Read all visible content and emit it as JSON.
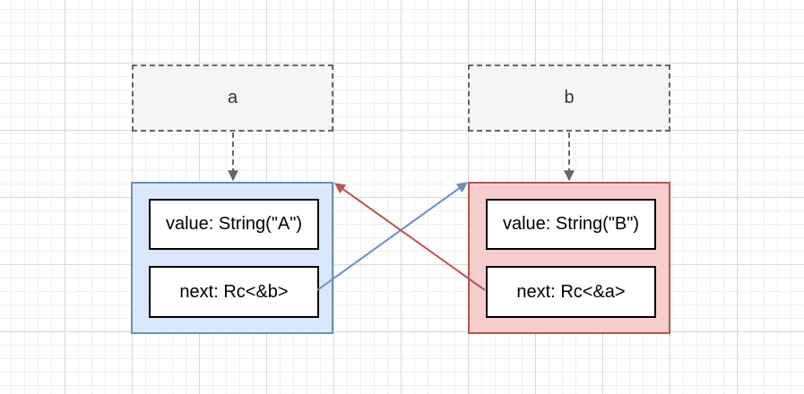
{
  "colors": {
    "var_fill": "#f5f5f5",
    "var_border": "#666666",
    "node_a_fill": "#dae8fc",
    "node_a_border": "#6c8ebf",
    "node_b_fill": "#f8cecc",
    "node_b_border": "#b85450",
    "field_border": "#000000"
  },
  "variables": {
    "a": "a",
    "b": "b"
  },
  "node_a": {
    "value": "value: String(\"A\")",
    "next": "next: Rc<&b>"
  },
  "node_b": {
    "value": "value: String(\"B\")",
    "next": "next: Rc<&a>"
  }
}
